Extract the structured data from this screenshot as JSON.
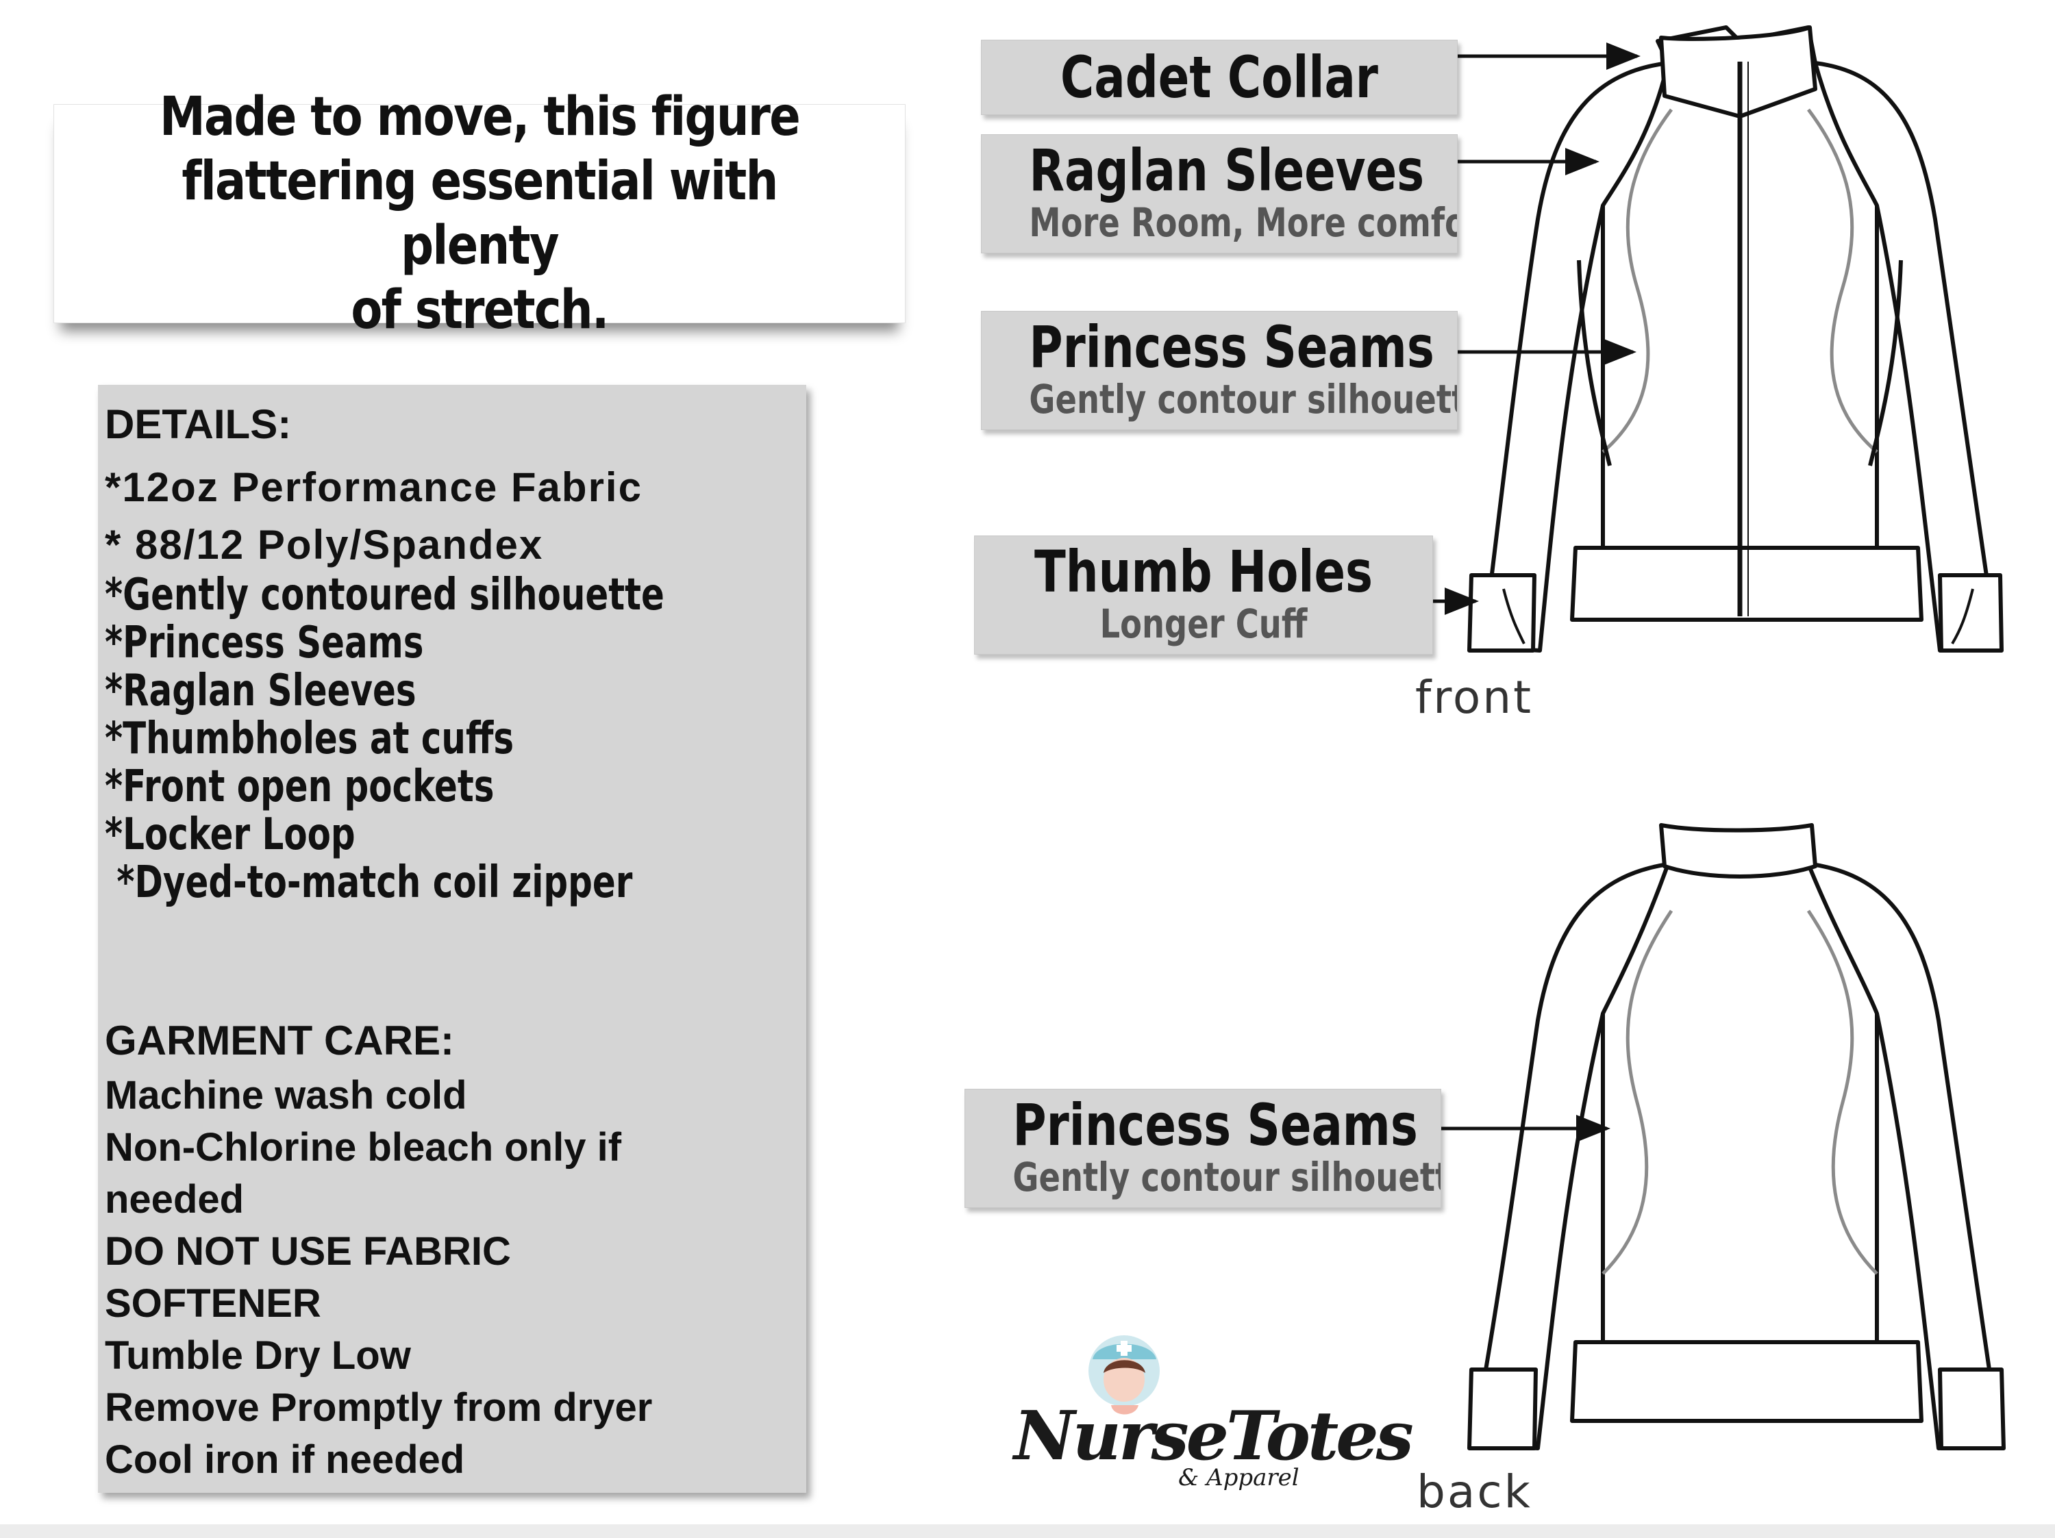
{
  "headline": {
    "lines": [
      "Made to move, this figure",
      "flattering essential with plenty",
      "of stretch."
    ]
  },
  "details": {
    "heading": "DETAILS:",
    "bold_items": [
      "*12oz Performance Fabric",
      "* 88/12 Poly/Spandex"
    ],
    "items": [
      "*Gently contoured silhouette",
      "*Princess Seams",
      "*Raglan Sleeves",
      "*Thumbholes at cuffs",
      "*Front open pockets",
      "*Locker Loop",
      " *Dyed-to-match coil zipper"
    ]
  },
  "care": {
    "heading": "GARMENT CARE:",
    "items": [
      "Machine wash cold",
      "Non-Chlorine bleach only if needed",
      "DO NOT USE FABRIC SOFTENER",
      "Tumble Dry Low",
      "Remove Promptly from dryer",
      "Cool iron if needed"
    ]
  },
  "callouts": {
    "cadet_collar": {
      "title": "Cadet Collar"
    },
    "raglan": {
      "title": "Raglan Sleeves",
      "subtitle": "More Room, More comfort"
    },
    "princess_front": {
      "title": "Princess Seams",
      "subtitle": "Gently contour silhouette"
    },
    "thumb_holes": {
      "title": "Thumb Holes",
      "subtitle": "Longer Cuff"
    },
    "princess_back": {
      "title": "Princess Seams",
      "subtitle": "Gently contour silhouette"
    }
  },
  "views": {
    "front": "front",
    "back": "back"
  },
  "logo": {
    "name": "NurseTotes",
    "tagline": "& Apparel"
  },
  "colors": {
    "panel": "#d5d5d5",
    "subtitle": "#555555",
    "logo_cap": "#7fc6d6"
  }
}
